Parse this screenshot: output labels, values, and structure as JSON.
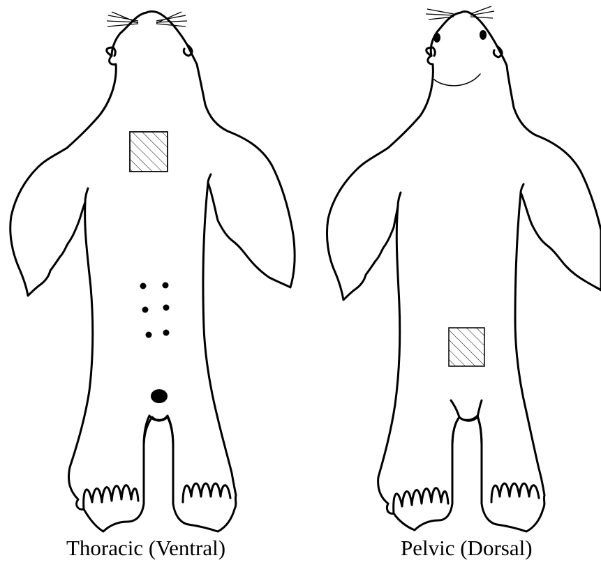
{
  "captions": {
    "left": "Thoracic (Ventral)",
    "right": "Pelvic (Dorsal)"
  },
  "figure": {
    "line_color": "#000000",
    "background": "#ffffff",
    "left_view": {
      "features": [
        "whiskers",
        "hatched-square",
        "six-dots",
        "genital-spot",
        "hind-flippers"
      ]
    },
    "right_view": {
      "features": [
        "whiskers",
        "eyes",
        "mouth",
        "hatched-square",
        "hind-flippers"
      ]
    }
  }
}
